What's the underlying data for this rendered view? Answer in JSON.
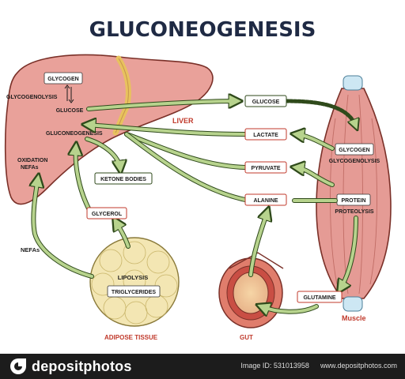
{
  "title": "GLUCONEOGENESIS",
  "organs": {
    "liver": "LIVER",
    "muscle": "Muscle",
    "adipose": "ADIPOSE TISSUE",
    "gut": "GUT"
  },
  "liver_labels": {
    "glycogen": "GLYCOGEN",
    "glycogenolysis": "GLYCOGENOLYSIS",
    "glucose": "GLUCOSE",
    "gluconeogenesis": "GLUCONEOGENESIS",
    "oxidation": "OXIDATION",
    "nefas": "NEFAs"
  },
  "boxes": {
    "ketone_bodies": "KETONE BODIES",
    "glycerol": "GLYCEROL",
    "glucose": "GLUCOSE",
    "lactate": "LACTATE",
    "pyruvate": "PYRUVATE",
    "alanine": "ALANINE",
    "glutamine": "GLUTAMINE",
    "triglycerides": "TRIGLYCERIDES"
  },
  "muscle_labels": {
    "glycogen": "GLYCOGEN",
    "glycogenolysis": "GLYCOGENOLYSIS",
    "protein": "PROTEIN",
    "proteolysis": "PROTEOLYSIS"
  },
  "adipose_labels": {
    "nefas": "NEFAs",
    "lipolysis": "LIPOLYSIS"
  },
  "footer": {
    "brand": "depositphotos",
    "image_id": "Image ID: 531013958",
    "site": "www.depositphotos.com"
  },
  "colors": {
    "arrow_fill": "#b7d38d",
    "arrow_stroke": "#2f4a1b",
    "liver_fill": "#e9a19a",
    "muscle_fill": "#e59b95",
    "organ_label": "#c0392b",
    "adipose_fill": "#f3e6b3"
  }
}
